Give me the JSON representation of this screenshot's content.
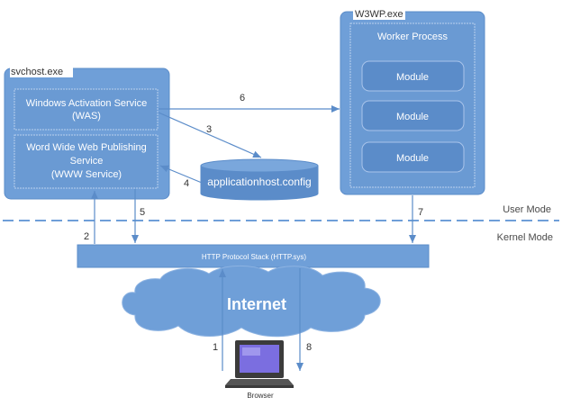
{
  "svchost": {
    "title": "svchost.exe",
    "was_line1": "Windows Activation Service",
    "was_line2": "(WAS)",
    "www_line1": "Word Wide Web Publishing",
    "www_line2": "Service",
    "www_line3": "(WWW Service)"
  },
  "w3wp": {
    "title": "W3WP.exe",
    "worker_label": "Worker Process",
    "modules": [
      "Module",
      "Module",
      "Module"
    ]
  },
  "config": {
    "label": "applicationhost.config"
  },
  "modes": {
    "user": "User Mode",
    "kernel": "Kernel Mode"
  },
  "http_stack": {
    "label": "HTTP Protocol Stack (HTTP.sys)"
  },
  "internet": {
    "label": "Internet"
  },
  "browser": {
    "label": "Browser"
  },
  "arrows": [
    "1",
    "2",
    "3",
    "4",
    "5",
    "6",
    "7",
    "8"
  ],
  "colors": {
    "box_fill": "#6f9fd8",
    "box_stroke": "#5b8cc9",
    "inner_fill": "#6a9ad3",
    "inner_stroke": "#b9d0ee",
    "arrow": "#5b8cc9",
    "dash": "#6f9fd8",
    "mode_text": "#4a4a4a",
    "monitor_screen": "#6a5acd"
  }
}
